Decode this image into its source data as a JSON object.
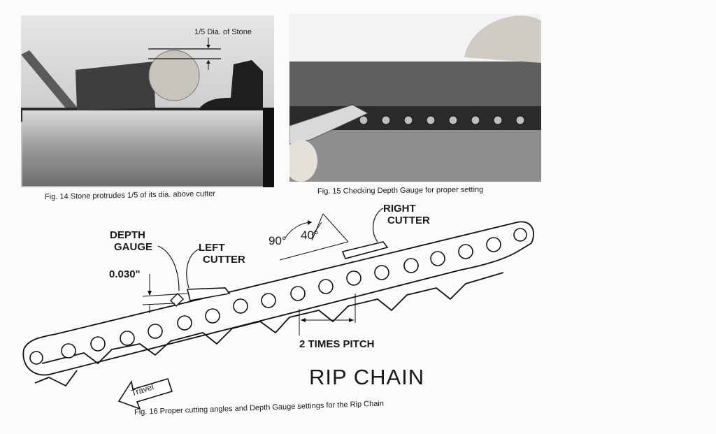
{
  "fig14": {
    "annotation": "1/5 Dia. of Stone",
    "caption": "Fig. 14  Stone protrudes 1/5 of its dia. above cutter"
  },
  "fig15": {
    "caption": "Fig. 15  Checking Depth Gauge for proper setting"
  },
  "fig16": {
    "labels": {
      "depth_gauge_line1": "DEPTH",
      "depth_gauge_line2": "GAUGE",
      "left_cutter_line1": "LEFT",
      "left_cutter_line2": "CUTTER",
      "right_cutter_line1": "RIGHT",
      "right_cutter_line2": "CUTTER",
      "depth_value": "0.030\"",
      "angle_90": "90°",
      "angle_40": "40°",
      "pitch": "2 TIMES PITCH",
      "travel": "Travel"
    },
    "title": "RIP CHAIN",
    "caption": "Fig. 16  Proper cutting angles and Depth Gauge settings for the Rip Chain"
  }
}
